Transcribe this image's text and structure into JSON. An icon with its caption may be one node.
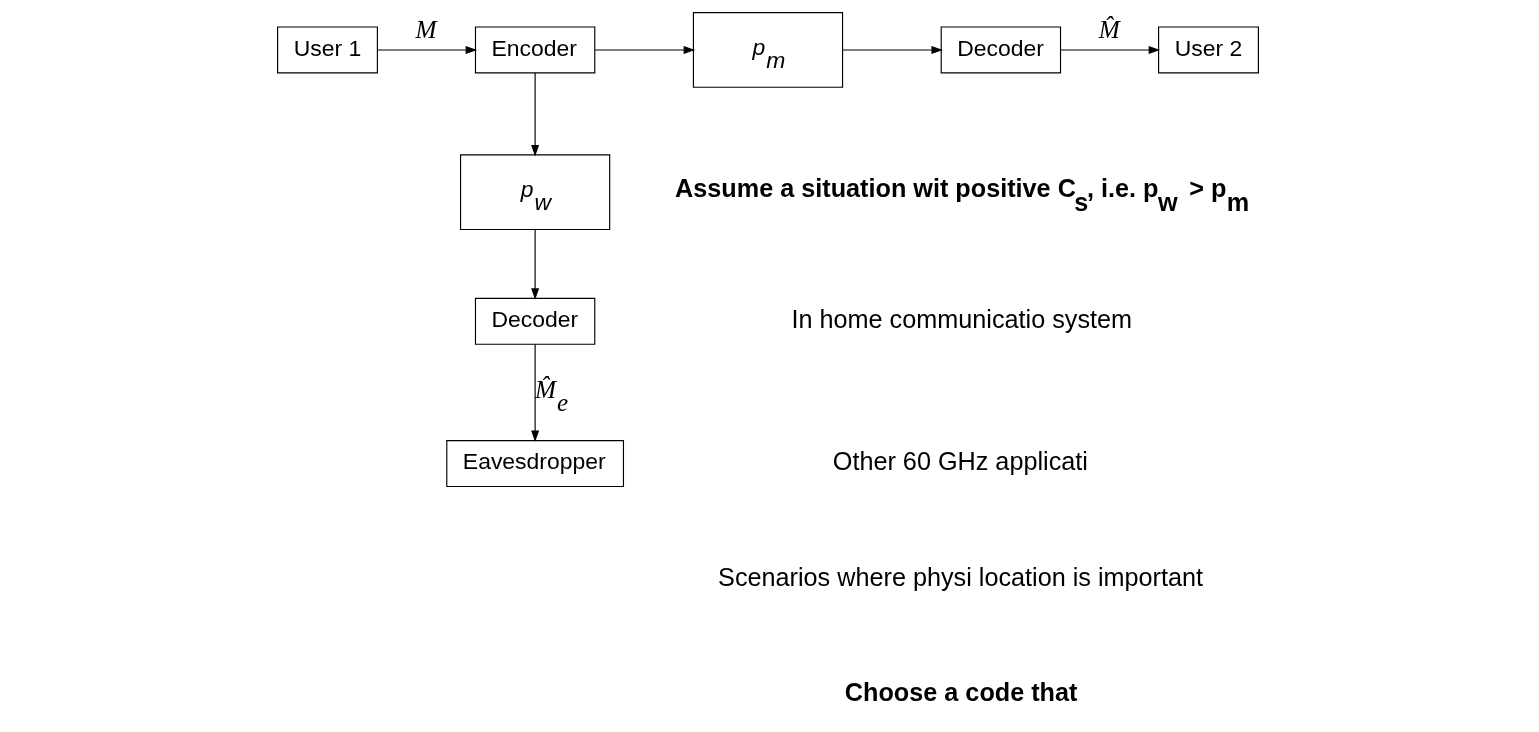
{
  "diagram": {
    "nodes": [
      {
        "text": [
          "User 1"
        ]
      },
      {
        "text": [
          "Encoder"
        ]
      },
      {
        "text": [
          "p$_{m}$"
        ]
      },
      {
        "text": [
          "Decoder"
        ]
      },
      {
        "text": [
          "User 2"
        ]
      },
      {
        "text": [
          "p$_{w}$"
        ]
      },
      {
        "text": [
          "Decoder"
        ]
      },
      {
        "text": [
          "Eavesdropper"
        ]
      }
    ],
    "edges": [
      {
        "from": 0,
        "to": 1,
        "arrow": "to",
        "label": "M"
      },
      {
        "from": 1,
        "to": 2,
        "arrow": "to"
      },
      {
        "from": 1,
        "to": 5,
        "arrow": "to"
      },
      {
        "from": 2,
        "to": 3,
        "arrow": "to"
      },
      {
        "from": 3,
        "to": 4,
        "arrow": "to",
        "label": "M̂"
      },
      {
        "from": 5,
        "to": 6,
        "arrow": "to"
      },
      {
        "from": 6,
        "to": 7,
        "arrow": "to",
        "label": "M̂$_{e}$"
      }
    ],
    "labels": [
      "Assume a situation wit positive C$_{s}$, i.e. p$_{w}$ > p$_{m}$",
      "In home communicatio system",
      "Other 60 GHz applicati",
      "Scenarios where physi location is important",
      "Choose a code that"
    ]
  }
}
